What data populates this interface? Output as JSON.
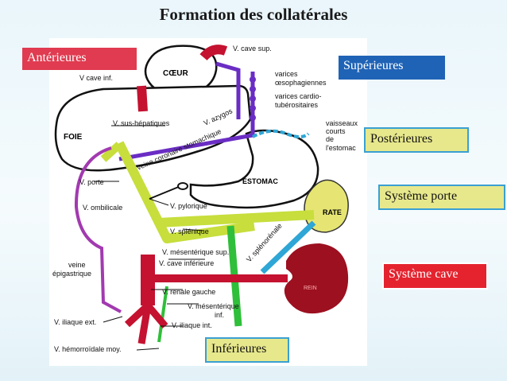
{
  "title": "Formation des collatérales",
  "labels": {
    "anterieures": "Antérieures",
    "superieures": "Supérieures",
    "posterieures": "Postérieures",
    "systeme_porte": "Système porte",
    "systeme_cave": "Système cave",
    "inferieures": "Inférieures"
  },
  "anatomy": {
    "coeur": "CŒUR",
    "foie": "FOIE",
    "estomac": "ESTOMAC",
    "rate": "RATE",
    "rein": "REIN",
    "v_cave_sup": "V. cave sup.",
    "varices_oeso_1": "varices",
    "varices_oeso_2": "œsophagiennes",
    "v_cave_inf": "V cave inf.",
    "varices_cardio_1": "varices cardio-",
    "varices_cardio_2": "tubérositaires",
    "v_sus_hep": "V. sus-hépatiques",
    "v_azygos": "V. azygos",
    "vaisseaux_1": "vaisseaux",
    "vaisseaux_2": "courts",
    "vaisseaux_3": "de",
    "vaisseaux_4": "l'estomac",
    "veine_coronaire": "veine coronaire stomachique",
    "v_porte": "V. porte",
    "v_pylorique": "V. pylorique",
    "v_ombilicale": "V. ombilicale",
    "v_splenique": "V. splénique",
    "v_splenorenale": "V. splénorénale",
    "v_mes_sup": "V. mésentérique sup.",
    "v_cave_inferieure": "V. cave inférieure",
    "veine_epi_1": "veine",
    "veine_epi_2": "épigastrique",
    "v_renale": "V. rénale gauche",
    "v_mes_inf_1": "V. mésentérique",
    "v_mes_inf_2": "inf.",
    "v_iliaque_ext": "V. iliaque ext.",
    "v_iliaque_int": "V. iliaque int.",
    "v_hemorroidale": "V. hémorroïdale moy."
  },
  "colors": {
    "cave": "#c41230",
    "porte": "#c7de3c",
    "azygos": "#6a2dc4",
    "epigastric": "#a23ab0",
    "splenorenal": "#2ea6d6",
    "mesenteric": "#2fbf3a",
    "kidney": "#9c1020",
    "spleen": "#e6e573"
  }
}
